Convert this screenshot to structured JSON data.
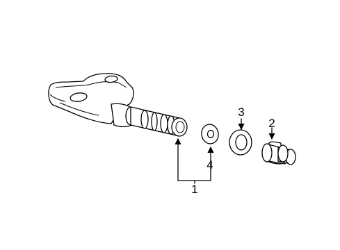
{
  "callouts": {
    "c1": "1",
    "c2": "2",
    "c3": "3",
    "c4": "4"
  }
}
